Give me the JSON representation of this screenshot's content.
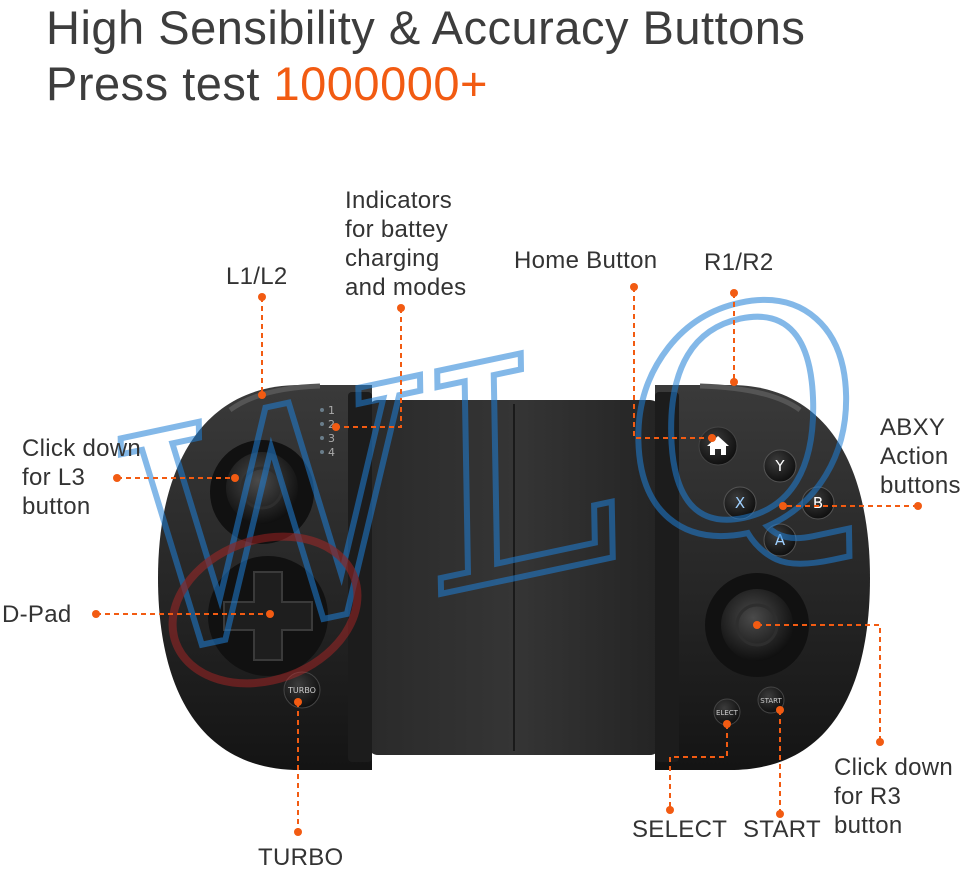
{
  "headline": {
    "line1": "High Sensibility & Accuracy Buttons",
    "line2_prefix": "Press test ",
    "line2_highlight": "1000000+"
  },
  "labels": {
    "l1l2": "L1/L2",
    "indicators": [
      "Indicators",
      "for battey",
      "charging",
      "and modes"
    ],
    "home": "Home Button",
    "r1r2": "R1/R2",
    "abxy": [
      "ABXY",
      "Action",
      "buttons"
    ],
    "l3": [
      "Click down",
      "for L3",
      "button"
    ],
    "dpad": "D-Pad",
    "r3": [
      "Click down",
      "for R3",
      "button"
    ],
    "select": "SELECT",
    "start": "START",
    "turbo": "TURBO"
  },
  "controller": {
    "led_numbers": [
      "1",
      "2",
      "3",
      "4"
    ],
    "face_buttons": {
      "y": "Y",
      "x": "X",
      "b": "B",
      "a": "A"
    },
    "small_buttons": {
      "turbo": "TURBO",
      "select": "ELECT",
      "start": "START"
    }
  },
  "watermark": "WLQ",
  "colors": {
    "accent": "#f25b12",
    "text": "#333333",
    "controller_body": "#252525",
    "watermark_blue": "#1f7fd6",
    "watermark_red": "#d42828"
  }
}
